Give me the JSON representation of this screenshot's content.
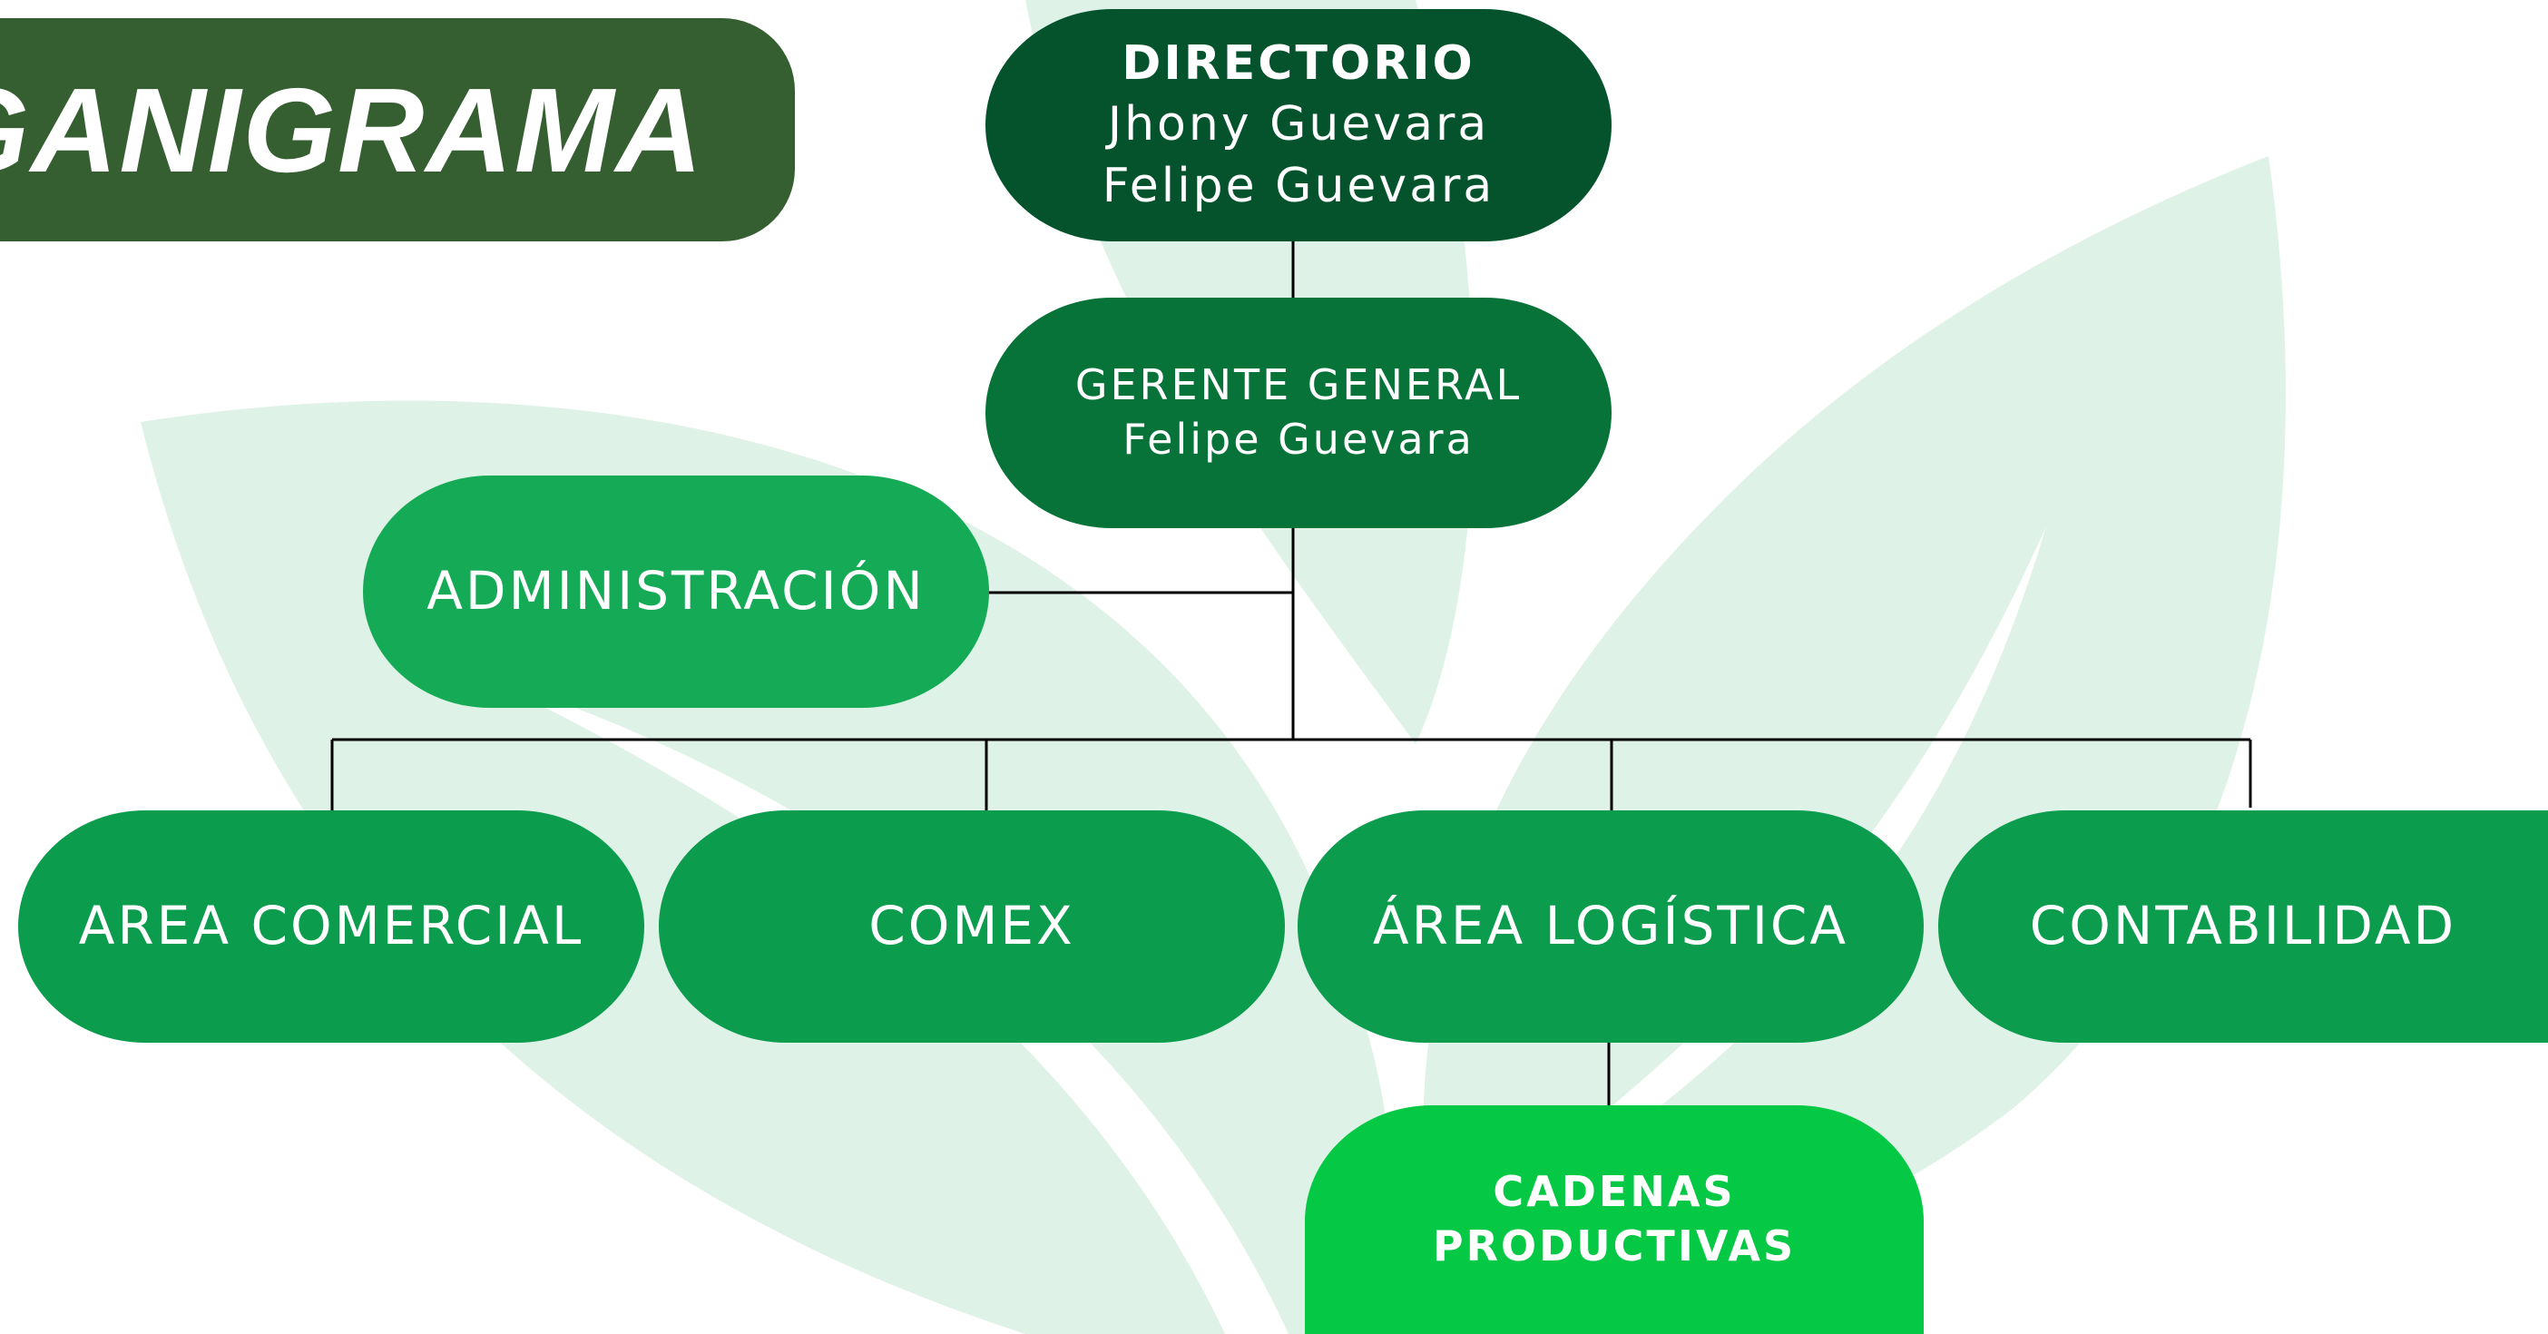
{
  "title": "GANIGRAMA",
  "colors": {
    "title_bg": "#355f31",
    "directorio": "#05532c",
    "gerente": "#077338",
    "administracion": "#15ab56",
    "areas": "#0b9c4e",
    "cadenas": "#05c944",
    "leaves": "#dff2e7",
    "lines": "#000000"
  },
  "nodes": {
    "directorio": {
      "label": "DIRECTORIO",
      "members": [
        "Jhony Guevara",
        "Felipe Guevara"
      ]
    },
    "gerente": {
      "label": "GERENTE GENERAL",
      "name": "Felipe Guevara"
    },
    "administracion": {
      "label": "ADMINISTRACIÓN"
    },
    "area_comercial": {
      "label": "AREA COMERCIAL"
    },
    "comex": {
      "label": "COMEX"
    },
    "area_logistica": {
      "label": "ÁREA LOGÍSTICA"
    },
    "contabilidad": {
      "label": "CONTABILIDAD"
    },
    "cadenas": {
      "lines": [
        "CADENAS",
        "PRODUCTIVAS"
      ]
    }
  }
}
